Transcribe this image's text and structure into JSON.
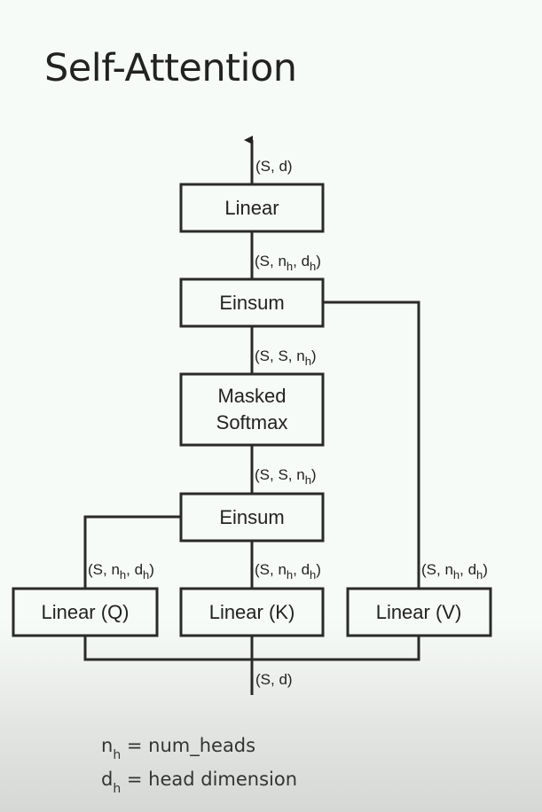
{
  "title": "Self-Attention",
  "nodes": {
    "linear_out": "Linear",
    "einsum_top": "Einsum",
    "masked_softmax_line1": "Masked",
    "masked_softmax_line2": "Softmax",
    "einsum_bottom": "Einsum",
    "linear_q": "Linear (Q)",
    "linear_k": "Linear (K)",
    "linear_v": "Linear (V)"
  },
  "edge_labels": {
    "output": {
      "base": "(S, d",
      "sub": "",
      "tail": ")"
    },
    "linear_to_einsum": {
      "prefix": "(S, n",
      "sub1": "h",
      "mid": ", d",
      "sub2": "h",
      "tail": ")"
    },
    "einsum_to_softmax": {
      "prefix": "(S, S, n",
      "sub1": "h",
      "tail": ")"
    },
    "softmax_to_einsum": {
      "prefix": "(S, S, n",
      "sub1": "h",
      "tail": ")"
    },
    "q_out": {
      "prefix": "(S, n",
      "sub1": "h",
      "mid": ", d",
      "sub2": "h",
      "tail": ")"
    },
    "k_out": {
      "prefix": "(S, n",
      "sub1": "h",
      "mid": ", d",
      "sub2": "h",
      "tail": ")"
    },
    "v_out": {
      "prefix": "(S, n",
      "sub1": "h",
      "mid": ", d",
      "sub2": "h",
      "tail": ")"
    },
    "input": {
      "base": "(S, d",
      "sub": "",
      "tail": ")"
    }
  },
  "legend": [
    {
      "symbol": "n",
      "sub": "h",
      "definition": " = num_heads"
    },
    {
      "symbol": "d",
      "sub": "h",
      "definition": " = head dimension"
    }
  ]
}
